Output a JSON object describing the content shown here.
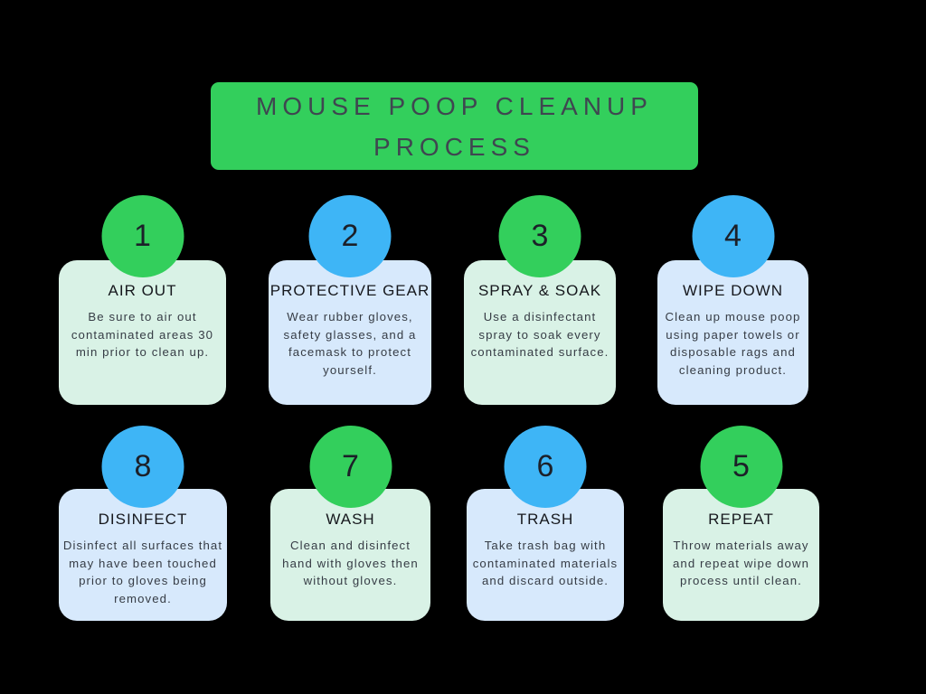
{
  "title": {
    "line1": "MOUSE POOP CLEANUP",
    "line2": "PROCESS"
  },
  "steps": [
    {
      "number": "1",
      "title": "AIR OUT",
      "description": "Be sure to air out contaminated areas 30 min prior to clean up."
    },
    {
      "number": "2",
      "title": "PROTECTIVE GEAR",
      "description": "Wear rubber gloves, safety glasses, and a facemask to protect yourself."
    },
    {
      "number": "3",
      "title": "SPRAY & SOAK",
      "description": "Use a disinfectant spray to soak every contaminated surface."
    },
    {
      "number": "4",
      "title": "WIPE DOWN",
      "description": "Clean up mouse poop using paper towels or disposable rags and cleaning product."
    },
    {
      "number": "8",
      "title": "DISINFECT",
      "description": "Disinfect all surfaces that may have been touched prior to gloves being removed."
    },
    {
      "number": "7",
      "title": "WASH",
      "description": "Clean and disinfect hand with gloves then without gloves."
    },
    {
      "number": "6",
      "title": "TRASH",
      "description": "Take trash bag with contaminated materials and discard outside."
    },
    {
      "number": "5",
      "title": "REPEAT",
      "description": "Throw materials away and repeat wipe down process until clean."
    }
  ],
  "theme": {
    "green": "#33cf5c",
    "blue": "#3eb5f6",
    "mint_card": "#d9f2e6",
    "blue_card": "#d7e9fc",
    "banner_text": "#3f4650",
    "heading_text": "#16181d",
    "body_text": "#363c45",
    "number_text": "#1c2029",
    "background": "#000000"
  }
}
